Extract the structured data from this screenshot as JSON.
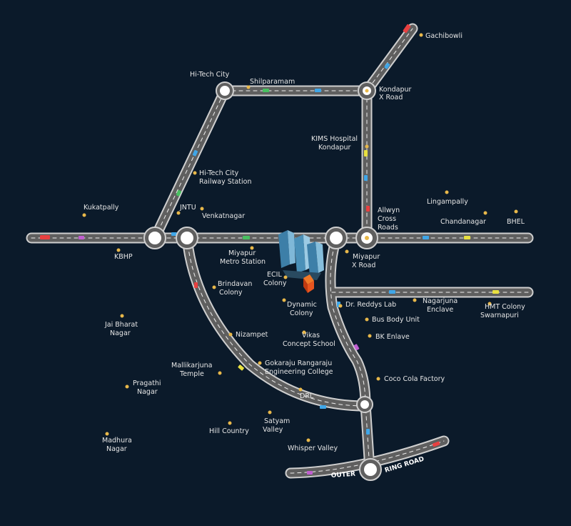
{
  "colors": {
    "background": "#0b1a2a",
    "road": "#5f5f5f",
    "road_border": "#d0d0d0",
    "road_markings": "#ececec",
    "poi_dot": "#e8b84a",
    "label_text": "#e6e6e6",
    "project_marker": "#e8551f"
  },
  "places": {
    "gachibowli": "Gachibowli",
    "hitech_city": "Hi-Tech City",
    "shilparamam": "Shilparamam",
    "kondapur_x_road": [
      "Kondapur",
      "X Road"
    ],
    "kims_hospital": [
      "KIMS Hospital",
      "Kondapur"
    ],
    "hitech_railway": [
      "Hi-Tech City",
      "Railway Station"
    ],
    "lingampally": "Lingampally",
    "kukatpally": "Kukatpally",
    "jntu": "JNTU",
    "venkatnagar": "Venkatnagar",
    "allwyn_cross": [
      "Allwyn",
      "Cross",
      "Roads"
    ],
    "chandanagar": "Chandanagar",
    "bhel": "BHEL",
    "kbhp": "KBHP",
    "miyapur_metro": [
      "Miyapur",
      "Metro Station"
    ],
    "miyapur_x_road": [
      "Miyapur",
      "X Road"
    ],
    "ecil_colony": [
      "ECIL",
      "Colony"
    ],
    "brindavan_colony": [
      "Brindavan",
      "Colony"
    ],
    "dynamic_colony": [
      "Dynamic",
      "Colony"
    ],
    "dr_reddys_lab": "Dr. Reddys Lab",
    "nagarjuna_enclave": [
      "Nagarjuna",
      "Enclave"
    ],
    "hmt_colony": [
      "HMT Colony",
      "Swarnapuri"
    ],
    "bus_body_unit": "Bus Body Unit",
    "jai_bharat_nagar": [
      "Jai Bharat",
      "Nagar"
    ],
    "nizampet": "Nizampet",
    "vikas_school": [
      "Vikas",
      "Concept School"
    ],
    "bk_enlave": "BK Enlave",
    "mallikarjuna_temple": [
      "Mallikarjuna",
      "Temple"
    ],
    "gokaraju": [
      "Gokaraju Rangaraju",
      "Engineering College"
    ],
    "coco_cola": "Coco Cola Factory",
    "pragathi_nagar": [
      "Pragathi",
      "Nagar"
    ],
    "drl": "DRL",
    "satyam_valley": [
      "Satyam",
      "Valley"
    ],
    "hill_country": "Hill Country",
    "madhura_nagar": [
      "Madhura",
      "Nagar"
    ],
    "whisper_valley": "Whisper Valley"
  },
  "road_labels": {
    "outer": "OUTER",
    "ring_road": "RING ROAD"
  }
}
